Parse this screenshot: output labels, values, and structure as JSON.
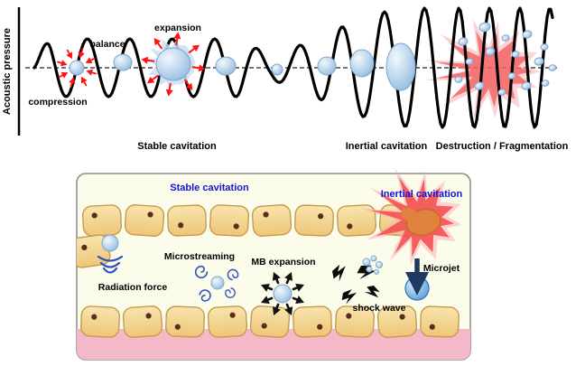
{
  "top_panel": {
    "axis_label": "Acoustic pressure",
    "compression_label": "compression",
    "balance_label": "balance",
    "expansion_label": "expansion",
    "stable_label": "Stable cavitation",
    "inertial_label": "Inertial cavitation",
    "destruction_label": "Destruction / Fragmentation"
  },
  "bottom_panel": {
    "stable_label": "Stable cavitation",
    "inertial_label": "Inertial cavitation",
    "radiation_force_label": "Radiation force",
    "microstreaming_label": "Microstreaming",
    "mb_expansion_label": "MB expansion",
    "shock_wave_label": "shock wave",
    "microjet_label": "Microjet"
  },
  "colors": {
    "wave": "#000000",
    "bubble_edge": "#7EA6CC",
    "red": "#FF1212",
    "burst": "#F25252",
    "burst_glow": "#F9A8B0",
    "orange": "#E0823E",
    "cell_edge": "#C89A4E",
    "cell_dot": "#5A2D1A",
    "box_bg": "#FCFCEA",
    "pink_band": "#F4B9C9",
    "blue_label": "#1414D6",
    "swirl": "#2F4FC0",
    "microjet": "#1F3864"
  }
}
